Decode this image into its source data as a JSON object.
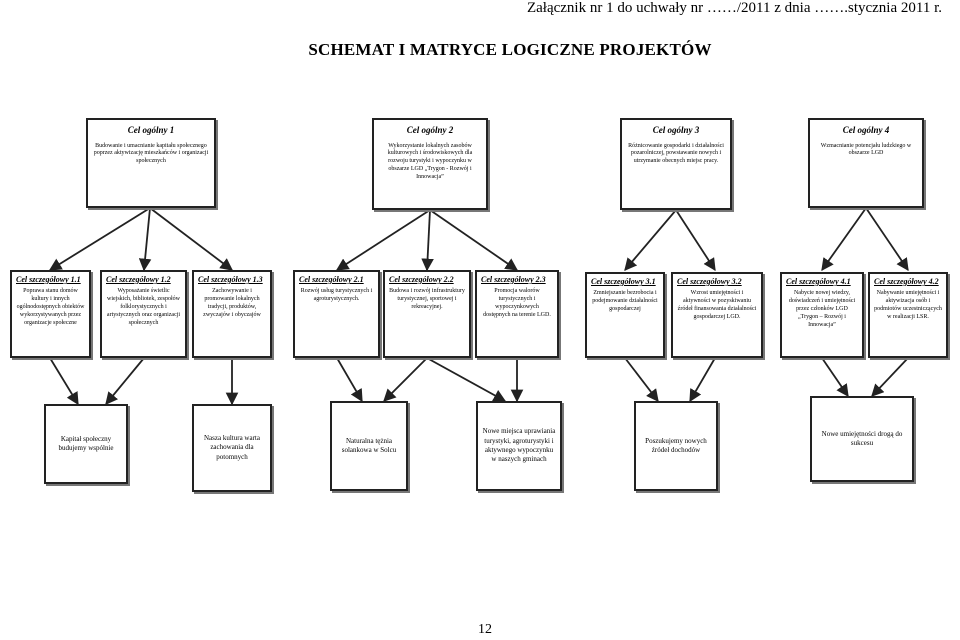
{
  "header": "Załącznik nr 1 do uchwały nr ……/2011 z dnia …….stycznia 2011 r.",
  "title": "SCHEMAT I MATRYCE LOGICZNE PROJEKTÓW",
  "general_goals": [
    {
      "label": "Cel ogólny 1",
      "text": "Budowanie i umacnianie kapitału społecznego poprzez aktywizację mieszkańców i organizacji społecznych"
    },
    {
      "label": "Cel ogólny 2",
      "text": "Wykorzystanie lokalnych zasobów kulturowych i środowiskowych dla rozwoju turystyki i wypoczynku w obszarze LGD „Trygon - Rozwój i Innowacja”"
    },
    {
      "label": "Cel ogólny 3",
      "text": "Różnicowanie gospodarki i działalności pozarolniczej, powstawanie nowych i utrzymanie obecnych miejsc pracy."
    },
    {
      "label": "Cel ogólny 4",
      "text": "Wzmacnianie potencjału ludzkiego w obszarze LGD"
    }
  ],
  "specific_goals": [
    {
      "label": "Cel szczegółowy 1.1",
      "text": "Poprawa stanu domów kultury i innych ogólnodostępnych obiektów wykorzystywanych przez organizacje społeczne"
    },
    {
      "label": "Cel szczegółowy 1.2",
      "text": "Wyposażanie świetlic wiejskich, bibliotek, zespołów folklorystycznych i artystycznych oraz organizacji społecznych"
    },
    {
      "label": "Cel szczegółowy 1.3",
      "text": "Zachowywanie i promowanie lokalnych tradycji, produktów, zwyczajów i obyczajów"
    },
    {
      "label": "Cel szczegółowy 2.1",
      "text": "Rozwój usług turystycznych i agroturystycznych."
    },
    {
      "label": "Cel szczegółowy 2.2",
      "text": "Budowa i rozwój infrastruktury turystycznej, sportowej i rekreacyjnej."
    },
    {
      "label": "Cel szczegółowy 2.3",
      "text": "Promocja walorów turystycznych i wypoczynkowych dostępnych na terenie LGD."
    },
    {
      "label": "Cel szczegółowy 3.1",
      "text": "Zmniejszanie bezrobocia i podejmowanie działalności gospodarczej"
    },
    {
      "label": "Cel szczegółowy 3.2",
      "text": "Wzrost umiejętności i aktywności w pozyskiwaniu źródeł finansowania działalności gospodarczej LGD."
    },
    {
      "label": "Cel szczegółowy 4.1",
      "text": "Nabycie nowej wiedzy, doświadczeń i umiejętności przez członków LGD „Trygon – Rozwój i Innowacja”"
    },
    {
      "label": "Cel szczegółowy 4.2",
      "text": "Nabywanie umiejętności i aktywizacja osób i podmiotów uczestniczących w realizacji LSR."
    }
  ],
  "results": [
    {
      "text": "Kapitał społeczny budujemy wspólnie"
    },
    {
      "text": "Nasza kultura warta zachowania dla potomnych"
    },
    {
      "text": "Naturalna tężnia solankowa w Solcu"
    },
    {
      "text": "Nowe miejsca uprawiania turystyki, agroturystyki i aktywnego wypoczynku w naszych gminach"
    },
    {
      "text": "Poszukujemy nowych źródeł dochodów"
    },
    {
      "text": "Nowe umiejętności drogą do sukcesu"
    }
  ],
  "page_number": "12"
}
